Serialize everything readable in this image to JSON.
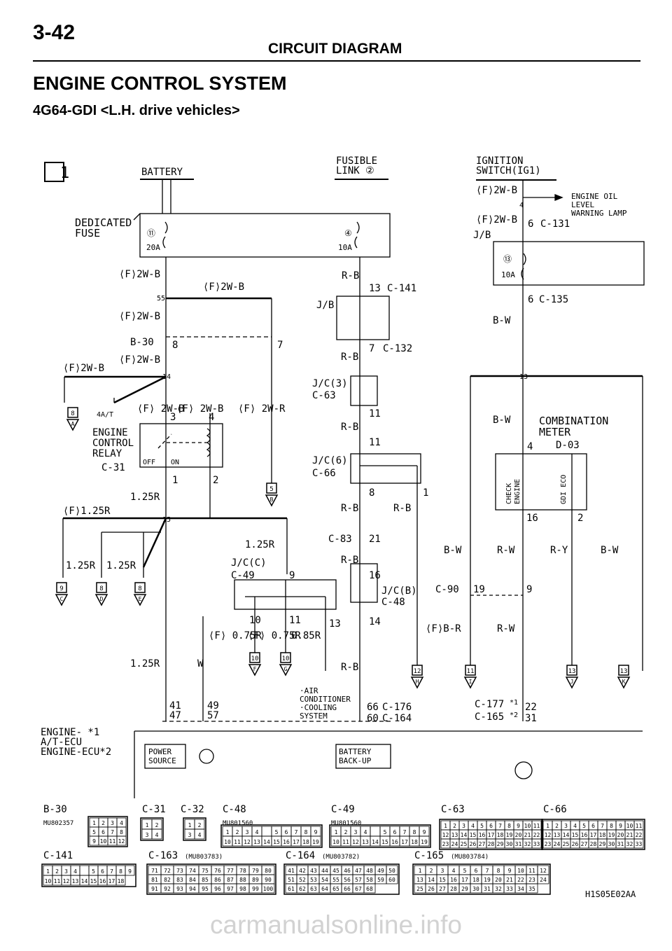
{
  "page": {
    "number": "3-42",
    "title": "CIRCUIT DIAGRAM",
    "section": "ENGINE CONTROL SYSTEM",
    "subtitle": "4G64-GDI <L.H. drive vehicles>",
    "sheet": "1",
    "code": "H1S05E02AA",
    "watermark": "carmanualsonline.info"
  },
  "labels": {
    "battery": "BATTERY",
    "fusible1": "FUSIBLE",
    "fusible2": "LINK ②",
    "ignition1": "IGNITION",
    "ignition2": "SWITCH(IG1)",
    "ded1": "DEDICATED",
    "ded2": "FUSE",
    "f11": "⑪",
    "a20": "20A",
    "f4": "④",
    "a10a": "10A",
    "f2wbL1": "⟨F⟩2W-B",
    "f2wbL2": "⟨F⟩2W-B",
    "f2wbL3": "⟨F⟩2W-B",
    "f2wbL4": "⟨F⟩2W-B",
    "f2wbL5": "⟨F⟩2W-B",
    "n55": "55",
    "b30": "B-30",
    "n8": "8",
    "n7": "7",
    "n14": "14",
    "f2wb3": "⟨F⟩ 2W-B",
    "f2wb4": "⟨F⟩ 2W-B",
    "f2wr": "⟨F⟩ 2W-R",
    "n3": "3",
    "n4": "4",
    "at4": "4A/T",
    "ecr1": "ENGINE",
    "ecr2": "CONTROL",
    "ecr3": "RELAY",
    "c31": "C-31",
    "off": "OFF",
    "on": "ON",
    "n1": "1",
    "n2": "2",
    "w125r": "1.25R",
    "f125r": "⟨F⟩1.25R",
    "n15": "15",
    "w125r2": "1.25R",
    "w125r3": "1.25R",
    "w125r4": "1.25R",
    "jcC": "J/C(C)",
    "c49": "C-49",
    "n9": "9",
    "n10": "10",
    "n11": "11",
    "n13": "13",
    "w075a": "⟨F⟩ 0.75R",
    "w075b": "⟨F⟩ 0.75R",
    "w085": "0.85R",
    "w125r5": "1.25R",
    "ww": "W",
    "p41": "41",
    "p47": "47",
    "p49": "49",
    "p57": "57",
    "ecu1": "ENGINE-  *1",
    "ecu2": "A/T-ECU",
    "ecu3": "ENGINE-ECU*2",
    "pwr1": "POWER",
    "pwr2": "SOURCE",
    "rb1": "R-B",
    "c141": "C-141",
    "n13b": "13",
    "jb1": "J/B",
    "n7b": "7",
    "c132": "C-132",
    "rb2": "R-B",
    "jc3": "J/C(3)",
    "c63": "C-63",
    "n11b": "11",
    "rb3": "R-B",
    "n11c": "11",
    "jc6": "J/C(6)",
    "c66": "C-66",
    "n8b": "8",
    "n1b": "1",
    "rb4": "R-B",
    "rb5": "R-B",
    "c83": "C-83",
    "n21": "21",
    "rb6": "R-B",
    "n16": "16",
    "jcB": "J/C(B)",
    "c48": "C-48",
    "n14b": "14",
    "rb7": "R-B",
    "air1": "·AIR",
    "air2": "CONDITIONER",
    "air3": "·COOLING",
    "air4": "SYSTEM",
    "p66": "66",
    "c176": "C-176",
    "p60": "60",
    "c164": "C-164",
    "bk1": "BATTERY",
    "bk2": "BACK-UP",
    "f2wbR1": "⟨F⟩2W-B",
    "f2wbR2": "⟨F⟩2W-B",
    "oil1": "ENGINE OIL",
    "oil2": "LEVEL",
    "oil3": "WARNING LAMP",
    "n4c": "4",
    "n6": "6",
    "c131": "C-131",
    "jbR": "J/B",
    "f13": "⑬",
    "a10b": "10A",
    "n6b": "6",
    "c135": "C-135",
    "bw1": "B-W",
    "n13c": "13",
    "bw2": "B-W",
    "cm1": "COMBINATION",
    "cm2": "METER",
    "n4d": "4",
    "d03": "D-03",
    "check1": "CHECK",
    "check2": "ENGINE",
    "gdi": "GDI ECO",
    "n16b": "16",
    "n2b": "2",
    "bw3": "B-W",
    "rw1": "R-W",
    "ry": "R-Y",
    "bw4": "B-W",
    "c90": "C-90",
    "n19": "19",
    "n9b": "9",
    "fbr": "⟨F⟩B-R",
    "rw2": "R-W",
    "c177": "C-177",
    "c165": "C-165",
    "p22": "22",
    "p31": "31",
    "star1": "*1",
    "star2": "*2",
    "b30b": "B-30",
    "mu357": "MU802357",
    "c141b": "C-141",
    "c31b": "C-31",
    "c32": "C-32",
    "c48b": "C-48",
    "mu1560a": "MU801560",
    "c49b": "C-49",
    "mu1560b": "MU801560",
    "c63b": "C-63",
    "c66b": "C-66",
    "c163": "C-163",
    "mu783": "(MU803783)",
    "c164b": "C-164",
    "mu782": "(MU803782)",
    "c165b": "C-165",
    "mu784": "(MU803784)"
  },
  "continuations": [
    {
      "num": "8",
      "letter": "A"
    },
    {
      "num": "9",
      "letter": "C"
    },
    {
      "num": "8",
      "letter": "D"
    },
    {
      "num": "8",
      "letter": "E"
    },
    {
      "num": "5",
      "letter": "B"
    },
    {
      "num": "10",
      "letter": "F"
    },
    {
      "num": "10",
      "letter": "G"
    },
    {
      "num": "12",
      "letter": "H"
    },
    {
      "num": "11",
      "letter": "I"
    },
    {
      "num": "13",
      "letter": "J"
    },
    {
      "num": "13",
      "letter": "K"
    }
  ],
  "connectors": {
    "c31pins": [
      "1",
      "2",
      "3",
      "4"
    ],
    "c32pins": [
      "1",
      "2",
      "3",
      "4"
    ],
    "c48pins": [
      "1",
      "2",
      "3",
      "4",
      "",
      "5",
      "6",
      "7",
      "8",
      "9",
      "10",
      "11",
      "12",
      "13",
      "14",
      "15",
      "16",
      "17",
      "18",
      "19"
    ],
    "c49pins": [
      "1",
      "2",
      "3",
      "4",
      "",
      "5",
      "6",
      "7",
      "8",
      "9",
      "10",
      "11",
      "12",
      "13",
      "14",
      "15",
      "16",
      "17",
      "18",
      "19"
    ],
    "c63pins": [
      "1",
      "2",
      "3",
      "4",
      "5",
      "6",
      "7",
      "8",
      "9",
      "10",
      "11",
      "12",
      "13",
      "14",
      "15",
      "16",
      "17",
      "18",
      "19",
      "20",
      "21",
      "22",
      "23",
      "24",
      "25",
      "26",
      "27",
      "28",
      "29",
      "30",
      "31",
      "32",
      "33"
    ],
    "c66pins": [
      "1",
      "2",
      "3",
      "4",
      "5",
      "6",
      "7",
      "8",
      "9",
      "10",
      "11",
      "12",
      "13",
      "14",
      "15",
      "16",
      "17",
      "18",
      "19",
      "20",
      "21",
      "22",
      "23",
      "24",
      "25",
      "26",
      "27",
      "28",
      "29",
      "30",
      "31",
      "32",
      "33"
    ],
    "c141pins": [
      "1",
      "2",
      "3",
      "4",
      "",
      "5",
      "6",
      "7",
      "8",
      "9",
      "10",
      "11",
      "12",
      "13",
      "14",
      "15",
      "16",
      "17",
      "18"
    ],
    "c163pins": [
      "71",
      "72",
      "73",
      "74",
      "75",
      "76",
      "77",
      "78",
      "79",
      "80",
      "81",
      "82",
      "83",
      "84",
      "85",
      "86",
      "87",
      "88",
      "89",
      "90",
      "91",
      "92",
      "93",
      "94",
      "95",
      "96",
      "97",
      "98",
      "99",
      "100"
    ],
    "c164pins": [
      "41",
      "42",
      "43",
      "44",
      "45",
      "46",
      "47",
      "48",
      "49",
      "50",
      "51",
      "52",
      "53",
      "54",
      "55",
      "56",
      "57",
      "58",
      "59",
      "60",
      "61",
      "62",
      "63",
      "64",
      "65",
      "66",
      "67",
      "68"
    ],
    "c165pins": [
      "1",
      "2",
      "3",
      "4",
      "5",
      "6",
      "7",
      "8",
      "9",
      "10",
      "11",
      "12",
      "13",
      "14",
      "15",
      "16",
      "17",
      "18",
      "19",
      "20",
      "21",
      "22",
      "23",
      "24",
      "25",
      "26",
      "27",
      "28",
      "29",
      "30",
      "31",
      "32",
      "33",
      "34",
      "35"
    ],
    "b30pins": [
      "1",
      "2",
      "3",
      "4",
      "5",
      "6",
      "7",
      "8",
      "9",
      "10",
      "11",
      "12"
    ]
  }
}
